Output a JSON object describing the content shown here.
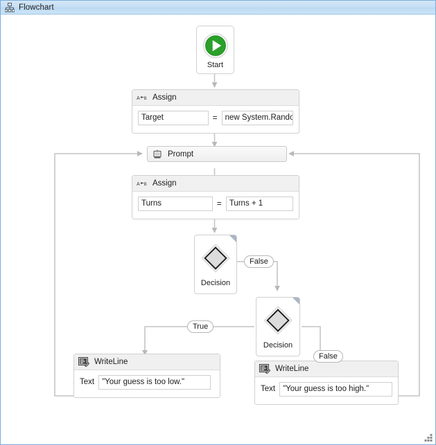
{
  "window": {
    "title": "Flowchart",
    "icon": "flowchart-hierarchy-icon"
  },
  "canvas": {
    "background_color": "#ffffff",
    "border_color": "#7aaddc"
  },
  "nodes": {
    "start": {
      "label": "Start",
      "icon": "play-icon",
      "accent_color": "#2aa02a"
    },
    "assign_target": {
      "title": "Assign",
      "icon": "assign-a-b-icon",
      "to_value": "Target",
      "operator": "=",
      "value": "new System.Randoı"
    },
    "prompt": {
      "title": "Prompt",
      "icon": "prompt-dialog-icon"
    },
    "assign_turns": {
      "title": "Assign",
      "icon": "assign-a-b-icon",
      "to_value": "Turns",
      "operator": "=",
      "value": "Turns + 1"
    },
    "decision_one": {
      "label": "Decision",
      "icon": "diamond-icon"
    },
    "decision_two": {
      "label": "Decision",
      "icon": "diamond-icon"
    },
    "writeline_low": {
      "title": "WriteLine",
      "icon": "console-write-icon",
      "field_label": "Text",
      "value": "\"Your guess is too low.\""
    },
    "writeline_high": {
      "title": "WriteLine",
      "icon": "console-write-icon",
      "field_label": "Text",
      "value": "\"Your guess is too high.\""
    }
  },
  "connector_labels": {
    "decision_one_false": "False",
    "decision_two_true": "True",
    "decision_two_false": "False"
  },
  "colors": {
    "titlebar_start": "#d3e6f7",
    "titlebar_end": "#cbe4f7",
    "connector": "#c0c0c0",
    "node_border": "#d0d0d0",
    "header_fill": "#f0f0f0",
    "start_green": "#2aa02a"
  }
}
